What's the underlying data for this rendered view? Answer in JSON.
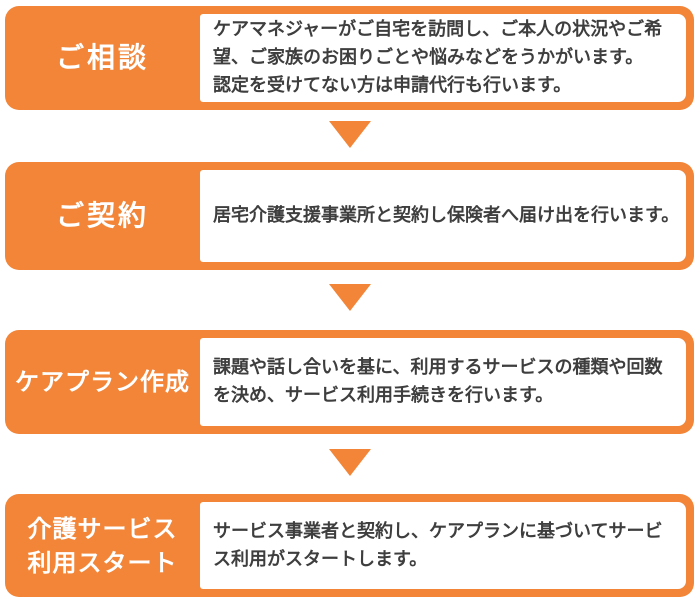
{
  "page": {
    "background_color": "#FFFFFF",
    "accent_orange": "#F28538",
    "description_panel_color": "#FFFFFF",
    "label_text_color": "#FFFFFF",
    "description_text_color": "#3E3E3E"
  },
  "flow": {
    "type": "vertical-process-flow",
    "connector": {
      "icon": "down-arrow",
      "color": "#F28538",
      "count": 3
    },
    "steps": [
      {
        "label_lines": [
          "ご相談"
        ],
        "description_lines": [
          "ケアマネジャーがご自宅を訪問し、ご本人の状況やご希",
          "望、ご家族のお困りごとや悩みなどをうかがいます。",
          "認定を受けてない方は申請代行も行います。"
        ]
      },
      {
        "label_lines": [
          "ご契約"
        ],
        "description_lines": [
          "居宅介護支援事業所と契約し保険者へ届け出を行います。"
        ]
      },
      {
        "label_lines": [
          "ケアプラン作成"
        ],
        "description_lines": [
          "課題や話し合いを基に、利用するサービスの種類や回数",
          "を決め、サービス利用手続きを行います。"
        ]
      },
      {
        "label_lines": [
          "介護サービス",
          "利用スタート"
        ],
        "description_lines": [
          "サービス事業者と契約し、ケアプランに基づいてサービ",
          "ス利用がスタートします。"
        ]
      }
    ]
  }
}
